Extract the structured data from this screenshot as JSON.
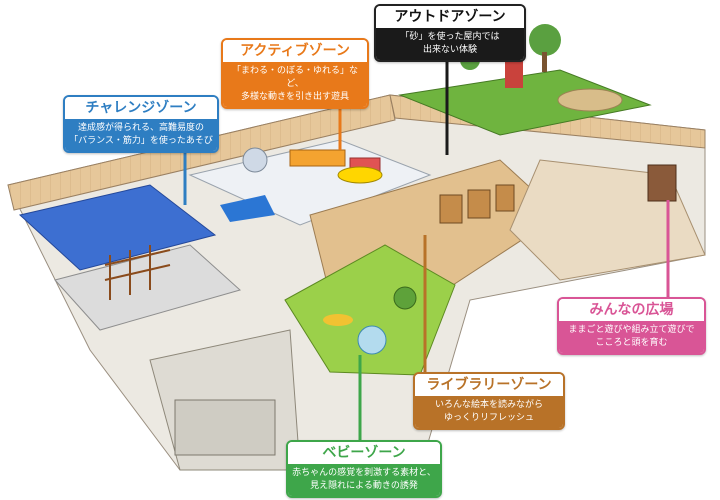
{
  "zones": {
    "outdoor": {
      "title": "アウトドアゾーン",
      "desc": "「砂」を使った屋内では\n出来ない体験",
      "color": "#1a1a1a"
    },
    "active": {
      "title": "アクティブゾーン",
      "desc": "「まわる・のぼる・ゆれる」など、\n多様な動きを引き出す遊具",
      "color": "#e8791a"
    },
    "challenge": {
      "title": "チャレンジゾーン",
      "desc": "達成感が得られる、高難易度の\n「バランス・筋力」を使ったあそび",
      "color": "#2e7ec2"
    },
    "minna": {
      "title": "みんなの広場",
      "desc": "ままごと遊びや組み立て遊びで\nこころと頭を育む",
      "color": "#d95596"
    },
    "library": {
      "title": "ライブラリーゾーン",
      "desc": "いろんな絵本を読みながら\nゆっくりリフレッシュ",
      "color": "#b87228"
    },
    "baby": {
      "title": "ベビーゾーン",
      "desc": "赤ちゃんの感覚を刺激する素材と、\n見え隠れによる動きの誘発",
      "color": "#3ea64a"
    }
  }
}
